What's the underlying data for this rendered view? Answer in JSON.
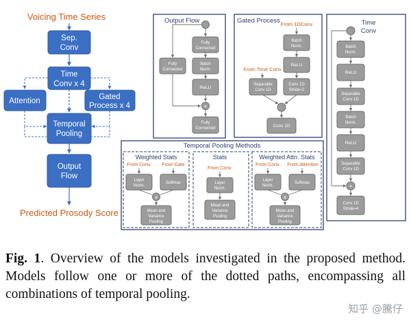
{
  "left_flow": {
    "title": "Voicing Time Series",
    "sep_conv": [
      "Sep.",
      "Conv"
    ],
    "time_conv": [
      "Time",
      "Conv x 4"
    ],
    "attention": "Attention",
    "gated": [
      "Gated",
      "Process x 4"
    ],
    "temporal_pooling": [
      "Temporal",
      "Pooling"
    ],
    "output_flow": [
      "Output",
      "Flow"
    ],
    "result": "Predicted Prosody Score"
  },
  "output_flow_panel": {
    "title": "Output Flow",
    "fully_connected_top": [
      "Fully",
      "Connected"
    ],
    "fully_connected_side": [
      "Fully",
      "Connected"
    ],
    "batch_norm": [
      "Batch",
      "Norm."
    ],
    "relu": "ReLU",
    "fully_connected_bottom": [
      "Fully",
      "Connected"
    ]
  },
  "gated_panel": {
    "title": "Gated Process",
    "from_1dconv": "From 1DConv",
    "from_time_conv": "From Time Conv",
    "batch_norm": [
      "Batch",
      "Norm."
    ],
    "relu": "ReLU",
    "separable": [
      "Separable",
      "Conv 1D"
    ],
    "conv_stride": [
      "Conv 1D",
      "Stride=2"
    ],
    "conv1d": "Conv 1D"
  },
  "time_conv_panel": {
    "title": [
      "Time",
      "Conv"
    ],
    "batch_norm_1": [
      "Batch",
      "Norm."
    ],
    "relu_1": "ReLU",
    "separable_1": [
      "Separable",
      "Conv 1D"
    ],
    "batch_norm_2": [
      "Batch",
      "Norm."
    ],
    "relu_2": "ReLU",
    "separable_2": [
      "Separable",
      "Conv 1D"
    ],
    "conv_stride": [
      "Conv 1D",
      "Stride=4"
    ]
  },
  "pooling_panel": {
    "title": "Temporal Pooling Methods",
    "weighted_stats": {
      "title": "Weighted Stats",
      "from_conv": "From Conv.",
      "from_gate": "From Gate",
      "layer_norm": [
        "Layer",
        "Norm."
      ],
      "softmax": "Softmax",
      "mean_var": [
        "Mean and",
        "Variance",
        "Pooling"
      ]
    },
    "stats": {
      "title": "Stats",
      "from_conv": "From Conv.",
      "layer_norm": [
        "Layer",
        "Norm."
      ],
      "mean_var": [
        "Mean and",
        "Variance",
        "Pooling"
      ]
    },
    "weighted_attn": {
      "title": "Weighted Attn. Stats",
      "from_conv": "From Conv.",
      "from_attention": "From Attention",
      "layer_norm": [
        "Layer",
        "Norm."
      ],
      "softmax": "Softmax",
      "mean_var": [
        "Mean and",
        "Variance",
        "Pooling"
      ]
    }
  },
  "caption": {
    "label": "Fig. 1",
    "text": ". Overview of the models investigated in the proposed method. Models follow one or more of the dotted paths, encompassing all combinations of temporal pooling."
  },
  "watermark": "知乎 @騰仔",
  "colors": {
    "blue_box": "#3a6fc4",
    "blue_stroke": "#2f5a9e",
    "gray_box": "#9c9c9c",
    "gray_stroke": "#6f6f6f",
    "orange_text": "#c55a11",
    "navy_panel": "#2b3f6c"
  }
}
